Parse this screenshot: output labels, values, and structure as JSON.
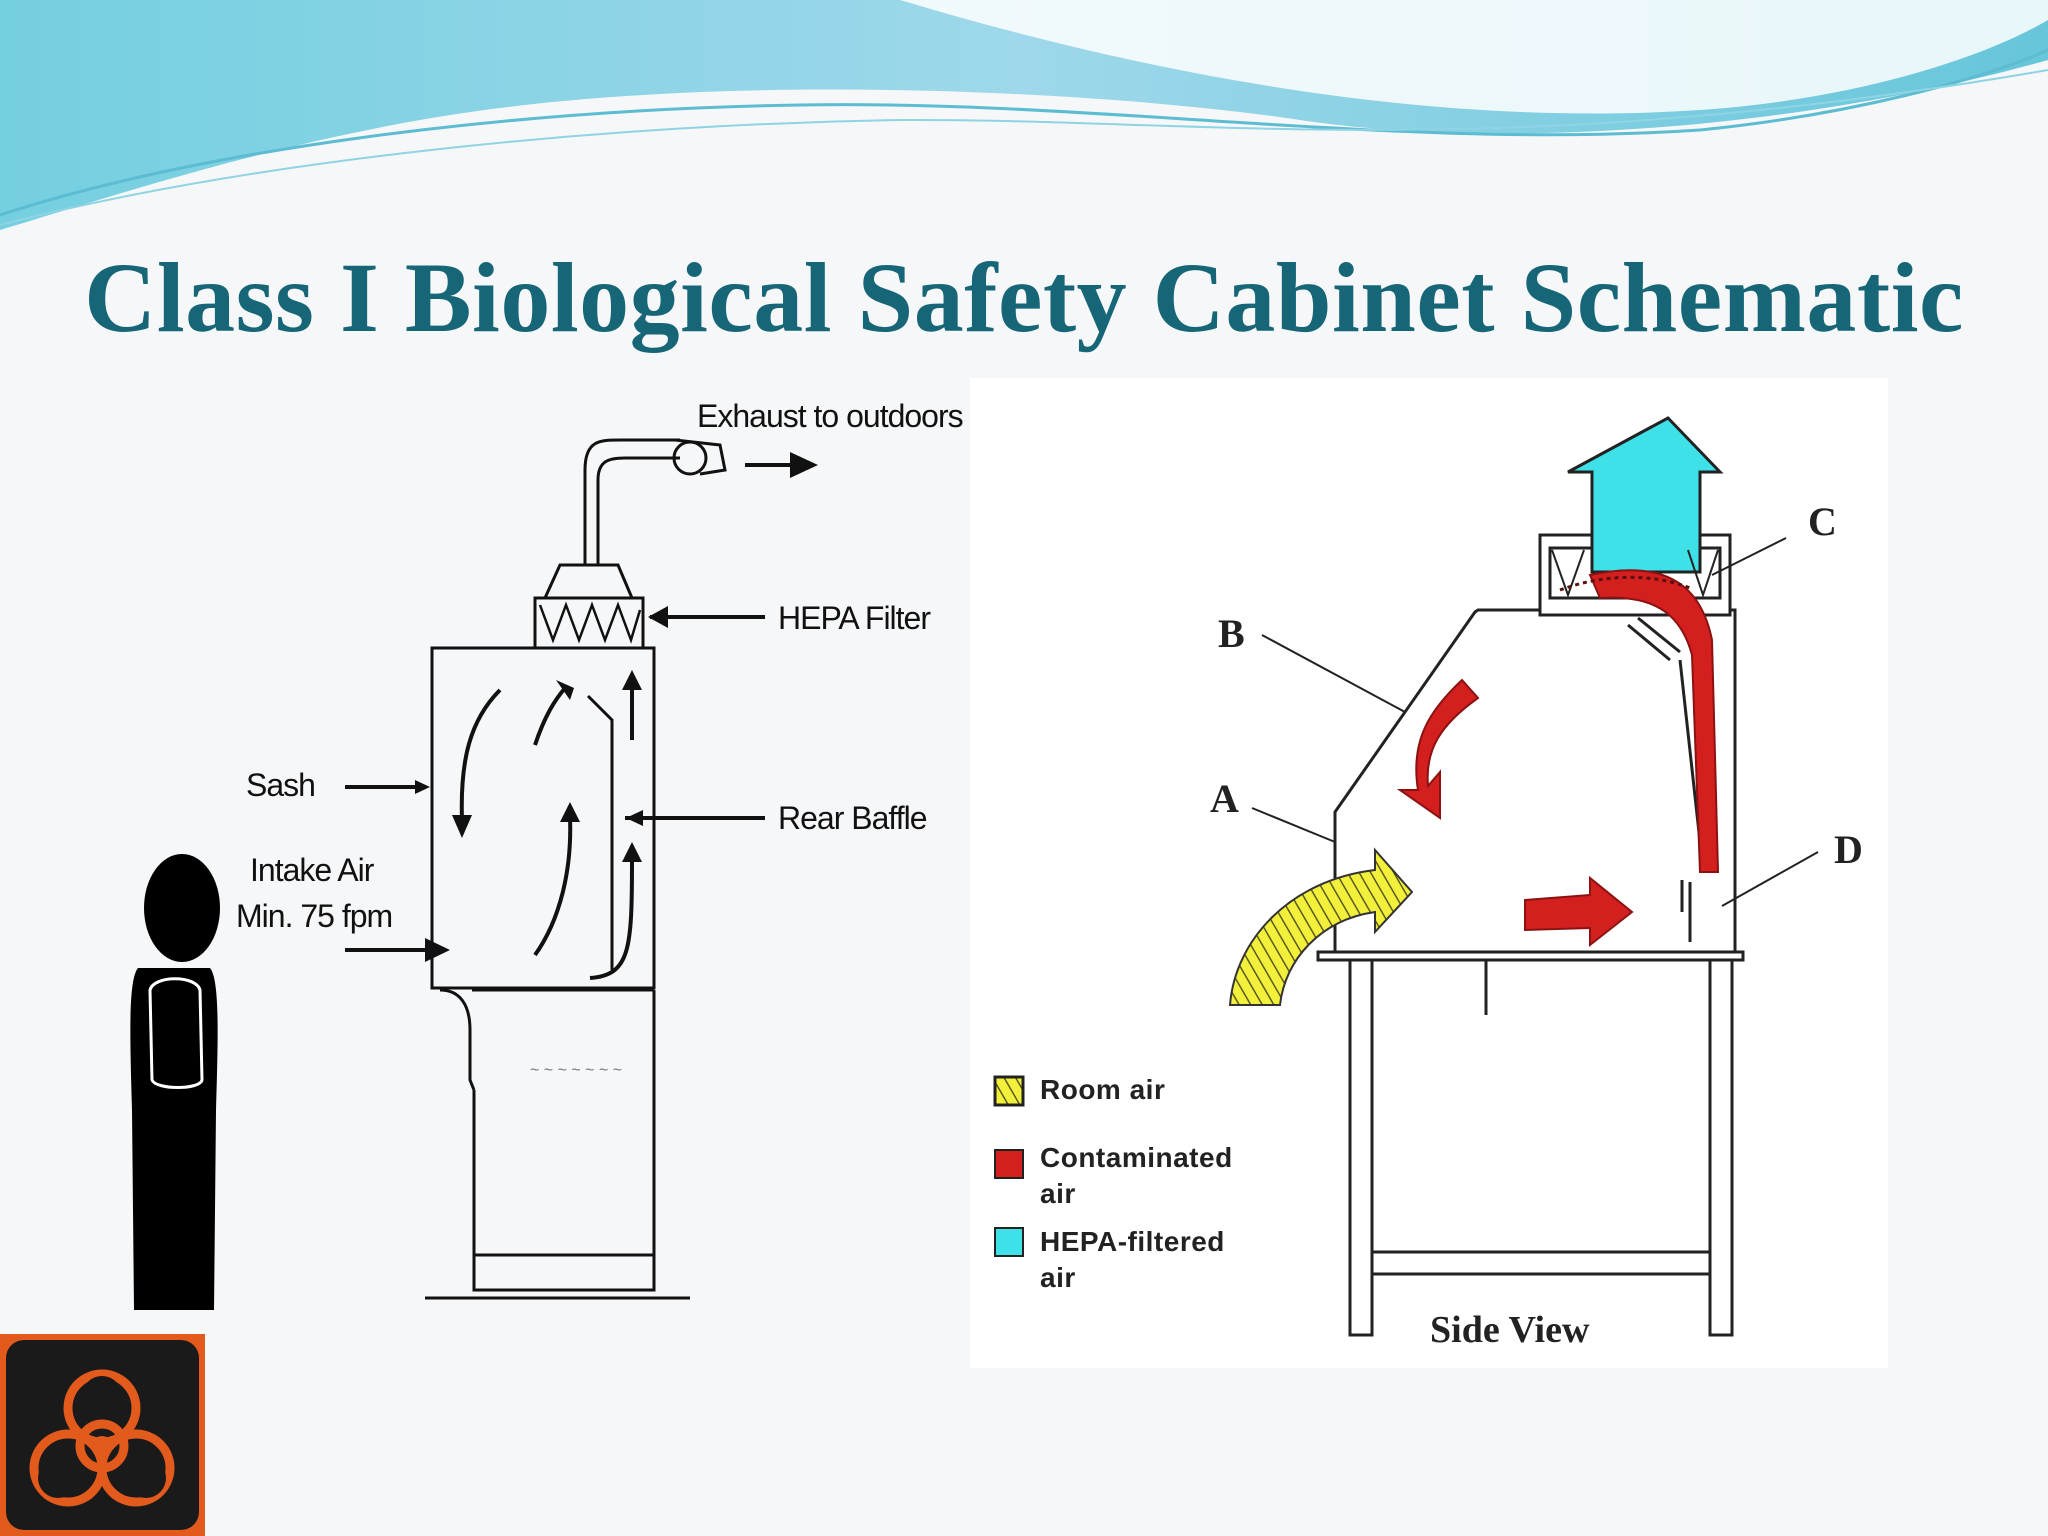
{
  "slide": {
    "title": "Class I Biological Safety Cabinet Schematic"
  },
  "left_diagram": {
    "labels": {
      "exhaust": "Exhaust to outdoors",
      "hepa": "HEPA Filter",
      "sash": "Sash",
      "intake_1": "Intake Air",
      "intake_2": "Min. 75 fpm",
      "rear_baffle": "Rear Baffle"
    }
  },
  "right_diagram": {
    "points": {
      "a": "A",
      "b": "B",
      "c": "C",
      "d": "D"
    },
    "caption": "Side View",
    "legend": [
      {
        "label_1": "Room air",
        "label_2": "",
        "color": "#f2f03a"
      },
      {
        "label_1": "Contaminated",
        "label_2": "air",
        "color": "#d41f1f"
      },
      {
        "label_1": "HEPA-filtered",
        "label_2": "air",
        "color": "#3fe1e8"
      }
    ]
  },
  "colors": {
    "title": "#166678",
    "header_wave": "#6fc9dc",
    "room_air": "#f2f03a",
    "contaminated_air": "#d41f1f",
    "hepa_air": "#3fe1e8",
    "badge_bg": "#e25a1c"
  },
  "icons": {
    "logo": "biohazard-icon",
    "person": "person-silhouette-icon"
  }
}
